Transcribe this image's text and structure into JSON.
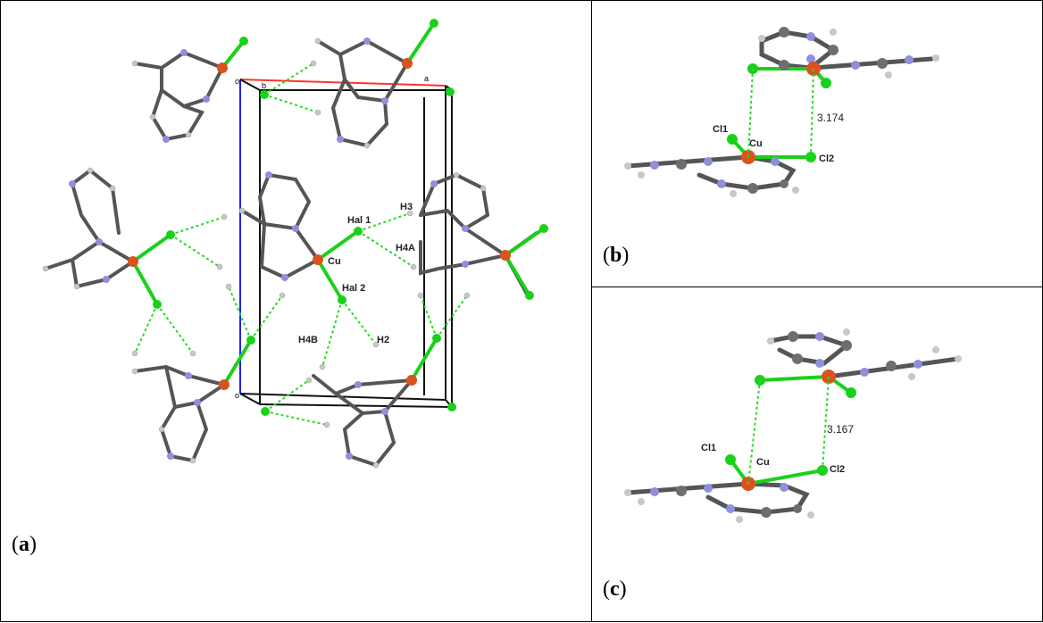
{
  "panels": {
    "a": {
      "label": "a"
    },
    "b": {
      "label": "b"
    },
    "c": {
      "label": "c"
    }
  },
  "atom_labels": {
    "hal1": "Hal 1",
    "hal2": "Hal 2",
    "cu": "Cu",
    "h3": "H3",
    "h4a": "H4A",
    "h4b": "H4B",
    "h2": "H2",
    "cl1": "Cl1",
    "cl2": "Cl2",
    "axis_o": "o",
    "axis_b": "b",
    "axis_a": "a"
  },
  "distances": {
    "b": "3.174",
    "c": "3.167"
  },
  "colors": {
    "cu": "#d9531e",
    "cl": "#19d119",
    "c": "#6e6e6e",
    "n": "#8f8fdc",
    "h": "#c8c8c8",
    "hbond": "#22dd22",
    "axis_a": "#ff3333",
    "axis_b": "#2222ee"
  }
}
